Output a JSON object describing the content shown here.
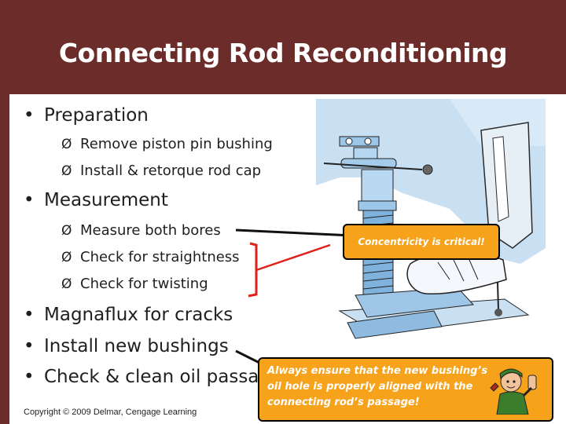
{
  "slide": {
    "title": "Connecting Rod Reconditioning",
    "bullets": [
      {
        "text": "Preparation",
        "sub": [
          "Remove piston pin bushing",
          "Install & retorque rod cap"
        ]
      },
      {
        "text": "Measurement",
        "sub": [
          "Measure both bores",
          "Check for straightness",
          "Check for twisting"
        ]
      },
      {
        "text": "Magnaflux for cracks",
        "sub": []
      },
      {
        "text": "Install new bushings",
        "sub": []
      },
      {
        "text": "Check & clean oil passa",
        "sub": []
      }
    ],
    "bullet_glyph": "•",
    "sub_glyph": "Ø",
    "callouts": {
      "top": "Concentricity is critical!",
      "bottom": "Always ensure that the new bushing’s oil hole is properly aligned with the connecting rod’s passage!"
    },
    "copyright": "Copyright © 2009 Delmar, Cengage Learning"
  },
  "colors": {
    "background": "#6b2c2a",
    "callout": "#f6a21b",
    "bracket": "#e0201a",
    "text": "#1f1f1f"
  },
  "icons": {
    "figure": "boring-bar-machine-illustration",
    "mascot": "technician-thumbs-up-icon"
  }
}
